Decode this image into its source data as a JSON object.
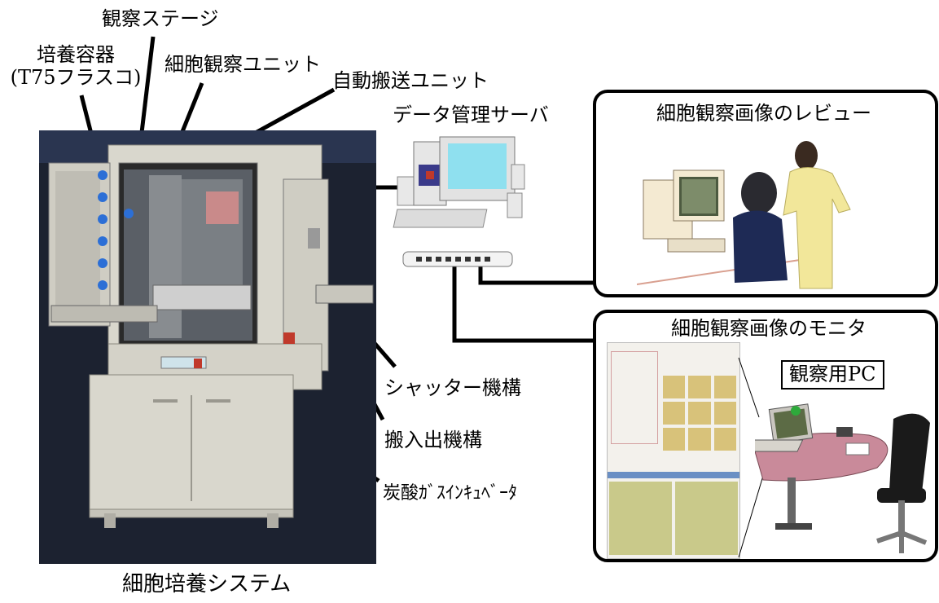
{
  "labels": {
    "container_line1": "培養容器",
    "container_line2": "(T75フラスコ)",
    "stage": "観察ステージ",
    "observation_unit": "細胞観察ユニット",
    "transport_unit": "自動搬送ユニット",
    "data_server": "データ管理サーバ",
    "shutter": "シャッター機構",
    "loading": "搬入出機構",
    "incubator": "炭酸ｶﾞｽｲﾝｷｭﾍﾞｰﾀ",
    "system_caption": "細胞培養システム",
    "review_title": "細胞観察画像のレビュー",
    "monitor_title": "細胞観察画像のモニタ",
    "observation_pc": "観察用PC"
  },
  "colors": {
    "cabinet": "#d9d7cd",
    "dark_bg": "#1c2230",
    "blue_caps": "#2c6fd6",
    "jacket_yellow": "#f2e79a",
    "navy": "#1e2a55",
    "table_pink": "#c98a9a",
    "cell_green": "#c9c98a"
  }
}
